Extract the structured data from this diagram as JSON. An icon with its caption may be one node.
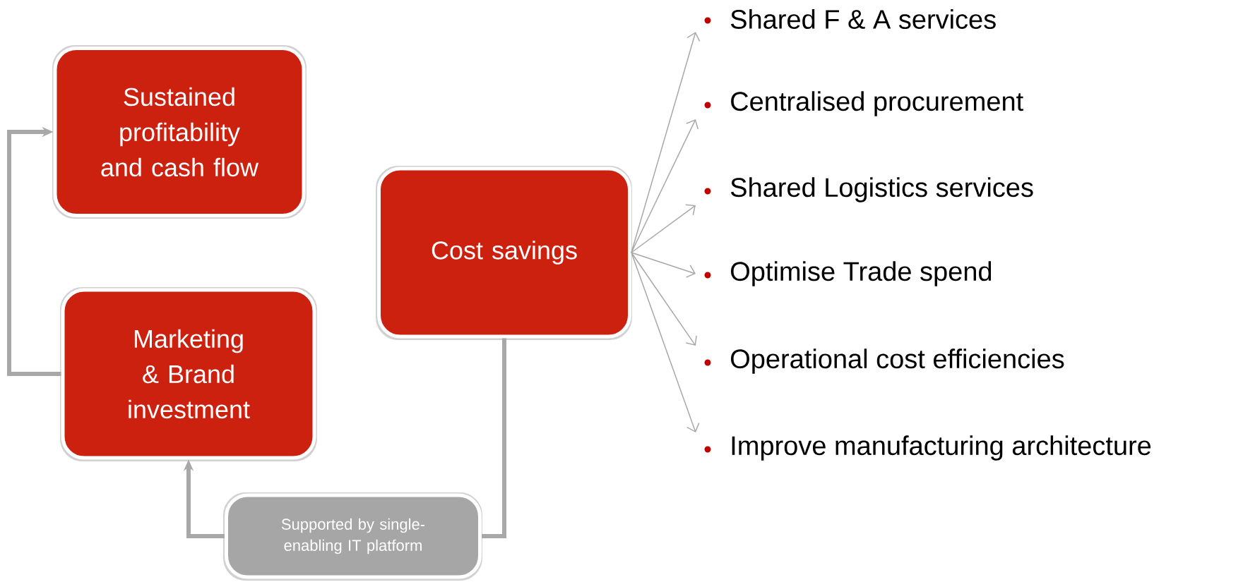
{
  "diagram": {
    "nodes": [
      {
        "text": [
          "Sustained profitability and cash flow"
        ]
      },
      {
        "text": [
          "Marketing & Brand investment"
        ]
      },
      {
        "text": [
          "Cost savings"
        ]
      },
      {
        "text": [
          "Supported by single-enabling IT platform"
        ]
      },
      {
        "text": [
          "Shared F & A services"
        ]
      },
      {
        "text": [
          "Centralised procurement"
        ]
      },
      {
        "text": [
          "Shared Logistics services"
        ]
      },
      {
        "text": [
          "Optimise Trade spend"
        ]
      },
      {
        "text": [
          "Operational cost efficiencies"
        ]
      },
      {
        "text": [
          "Improve manufacturing architecture"
        ]
      }
    ],
    "edges": [
      {
        "from": 1,
        "to": 0,
        "arrow": "to",
        "style": "thick"
      },
      {
        "from": 3,
        "to": 1,
        "arrow": "to",
        "style": "thick"
      },
      {
        "from": 2,
        "to": 3,
        "arrow": "none",
        "style": "thick"
      },
      {
        "from": 2,
        "to": 4,
        "arrow": "to"
      },
      {
        "from": 2,
        "to": 5,
        "arrow": "to"
      },
      {
        "from": 2,
        "to": 6,
        "arrow": "to"
      },
      {
        "from": 2,
        "to": 7,
        "arrow": "to"
      },
      {
        "from": 2,
        "to": 8,
        "arrow": "to"
      },
      {
        "from": 2,
        "to": 9,
        "arrow": "to"
      }
    ]
  }
}
